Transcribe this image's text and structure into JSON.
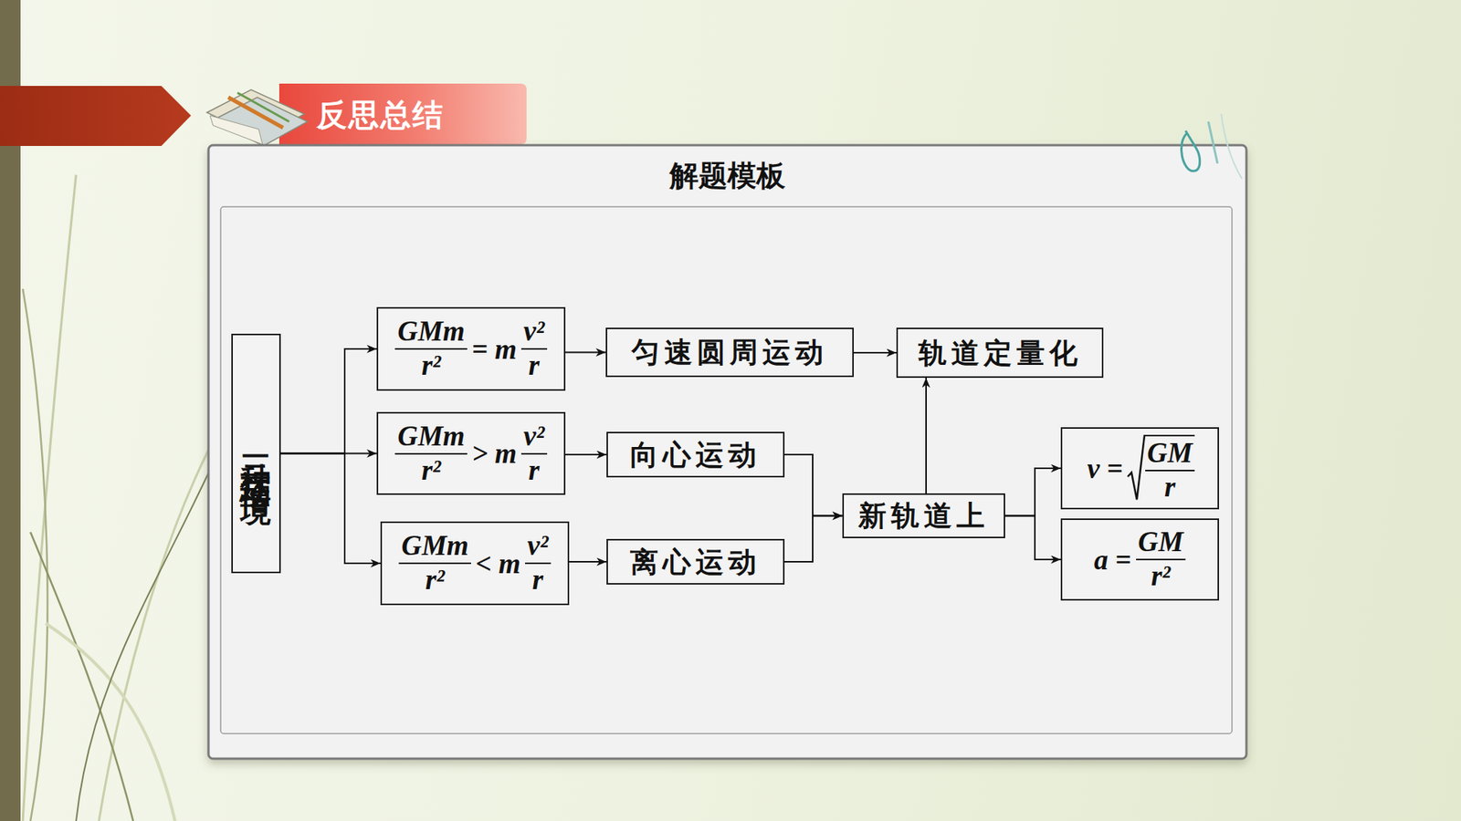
{
  "diagram": {
    "title": "解题模板",
    "nodes": [
      {
        "text": [
          "三种运动情境"
        ]
      },
      {
        "text": [
          "GMm",
          "r²",
          "= m",
          "v²",
          "r"
        ]
      },
      {
        "text": [
          "GMm",
          "r²",
          "> m",
          "v²",
          "r"
        ]
      },
      {
        "text": [
          "GMm",
          "r²",
          "< m",
          "v²",
          "r"
        ]
      },
      {
        "text": [
          "匀速圆周运动"
        ]
      },
      {
        "text": [
          "轨道定量化"
        ]
      },
      {
        "text": [
          "向心运动"
        ]
      },
      {
        "text": [
          "离心运动"
        ]
      },
      {
        "text": [
          "新轨道上"
        ]
      },
      {
        "text": [
          "v =",
          "GM",
          "r"
        ]
      },
      {
        "text": [
          "a =",
          "GM",
          "r²"
        ]
      }
    ],
    "edges": [
      {
        "from": 0,
        "to": 1,
        "arrow": "to"
      },
      {
        "from": 0,
        "to": 2,
        "arrow": "to"
      },
      {
        "from": 0,
        "to": 3,
        "arrow": "to"
      },
      {
        "from": 1,
        "to": 4,
        "arrow": "to"
      },
      {
        "from": 2,
        "to": 6,
        "arrow": "to"
      },
      {
        "from": 3,
        "to": 7,
        "arrow": "to"
      },
      {
        "from": 4,
        "to": 5,
        "arrow": "to"
      },
      {
        "from": 6,
        "to": 8,
        "arrow": "to"
      },
      {
        "from": 7,
        "to": 8,
        "arrow": "to"
      },
      {
        "from": 8,
        "to": 5,
        "arrow": "to"
      },
      {
        "from": 8,
        "to": 9,
        "arrow": "to"
      },
      {
        "from": 8,
        "to": 10,
        "arrow": "to"
      }
    ],
    "labels": [
      "反思总结"
    ]
  }
}
